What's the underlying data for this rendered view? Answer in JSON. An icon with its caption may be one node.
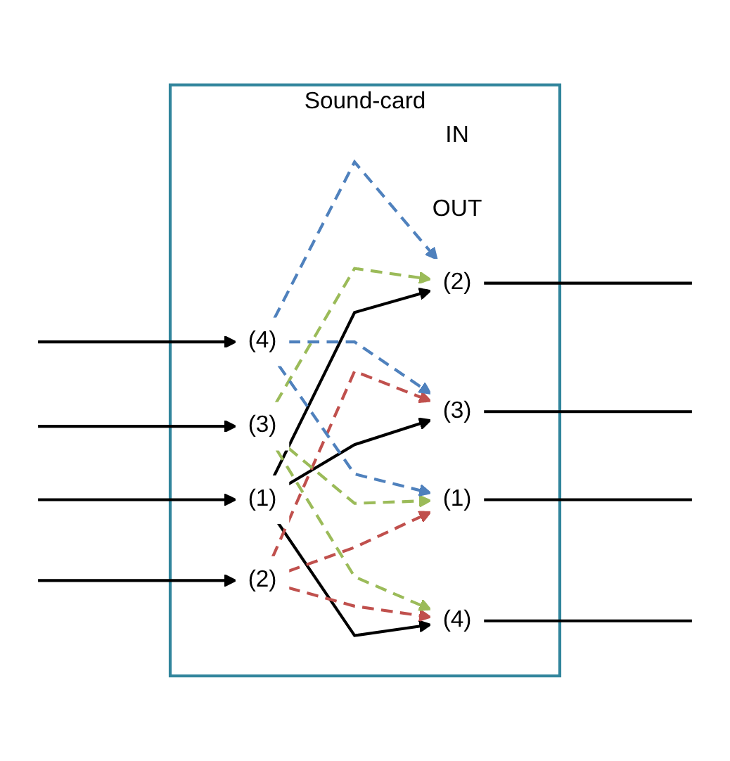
{
  "diagram": {
    "nodes": [
      {
        "text": [
          "Sound-card"
        ]
      },
      {
        "text": [
          "IN"
        ],
        "in": 0
      },
      {
        "text": [
          "(1)"
        ],
        "in": 0
      },
      {
        "text": [
          "(2)"
        ],
        "in": 0
      },
      {
        "text": [
          "(3)"
        ],
        "in": 0
      },
      {
        "text": [
          "(4)"
        ],
        "in": 0
      },
      {
        "text": [
          "OUT"
        ],
        "in": 0
      },
      {
        "text": [
          "(1)"
        ],
        "in": 0
      },
      {
        "text": [
          "(2)"
        ],
        "in": 0
      },
      {
        "text": [
          "(3)"
        ],
        "in": 0
      },
      {
        "text": [
          "(4)"
        ],
        "in": 0
      }
    ],
    "edges": [
      {
        "from": null,
        "to": 2,
        "arrow": "to"
      },
      {
        "from": null,
        "to": 3,
        "arrow": "to"
      },
      {
        "from": null,
        "to": 4,
        "arrow": "to"
      },
      {
        "from": null,
        "to": 5,
        "arrow": "to"
      },
      {
        "from": 7,
        "to": null,
        "arrow": "none"
      },
      {
        "from": 8,
        "to": null,
        "arrow": "none"
      },
      {
        "from": 9,
        "to": null,
        "arrow": "none"
      },
      {
        "from": 10,
        "to": null,
        "arrow": "none"
      },
      {
        "from": 2,
        "to": 8,
        "arrow": "to"
      },
      {
        "from": 2,
        "to": 9,
        "arrow": "to"
      },
      {
        "from": 2,
        "to": 10,
        "arrow": "to"
      },
      {
        "from": 3,
        "to": 7,
        "arrow": "to",
        "style": "dashed",
        "color": "#c0504d"
      },
      {
        "from": 3,
        "to": 9,
        "arrow": "to",
        "style": "dashed",
        "color": "#c0504d"
      },
      {
        "from": 3,
        "to": 10,
        "arrow": "to",
        "style": "dashed",
        "color": "#c0504d"
      },
      {
        "from": 4,
        "to": 7,
        "arrow": "to",
        "style": "dashed",
        "color": "#9bbb59"
      },
      {
        "from": 4,
        "to": 8,
        "arrow": "to",
        "style": "dashed",
        "color": "#9bbb59"
      },
      {
        "from": 4,
        "to": 10,
        "arrow": "to",
        "style": "dashed",
        "color": "#9bbb59"
      },
      {
        "from": 5,
        "to": 7,
        "arrow": "to",
        "style": "dashed",
        "color": "#4f81bd"
      },
      {
        "from": 5,
        "to": 8,
        "arrow": "to",
        "style": "dashed",
        "color": "#4f81bd"
      },
      {
        "from": 5,
        "to": 9,
        "arrow": "to",
        "style": "dashed",
        "color": "#4f81bd"
      }
    ]
  }
}
